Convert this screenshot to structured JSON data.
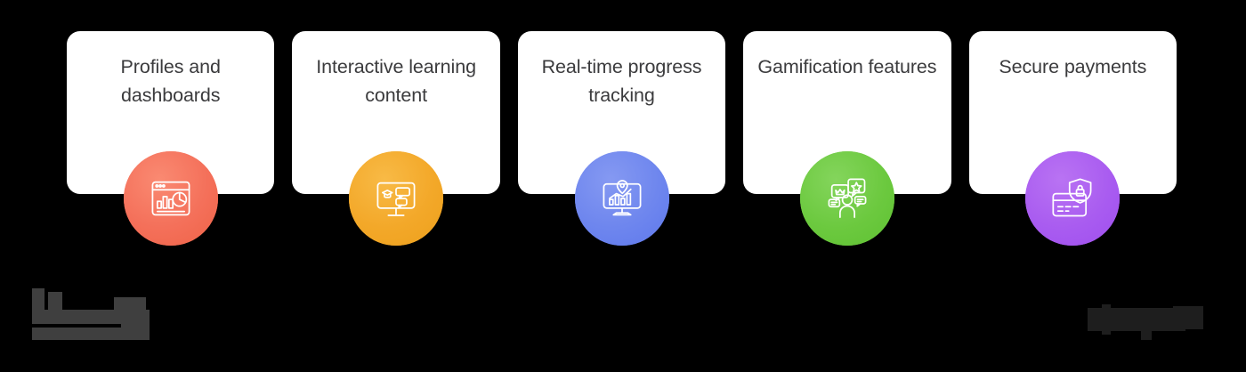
{
  "background_color": "#000000",
  "cards": [
    {
      "title": "Profiles and dashboards",
      "icon_name": "dashboard-analytics-icon",
      "circle_color": "#f4705a",
      "color_class": "c-coral"
    },
    {
      "title": "Interactive learning content",
      "icon_name": "monitor-graduation-chat-icon",
      "circle_color": "#f3a829",
      "color_class": "c-amber"
    },
    {
      "title": "Real-time progress tracking",
      "icon_name": "monitor-chart-pin-icon",
      "circle_color": "#6e86ee",
      "color_class": "c-blue"
    },
    {
      "title": "Gamification features",
      "icon_name": "crown-star-badge-user-icon",
      "circle_color": "#6cc93f",
      "color_class": "c-green"
    },
    {
      "title": "Secure payments",
      "icon_name": "credit-card-shield-lock-icon",
      "circle_color": "#a95cf0",
      "color_class": "c-purple"
    }
  ],
  "watermarks": {
    "left": {
      "name": "watermark-left-redacted",
      "color": "#3f3f3f"
    },
    "right": {
      "name": "watermark-right-redacted",
      "color": "#1e1e1e"
    }
  },
  "text_color": "#3b3b3d"
}
